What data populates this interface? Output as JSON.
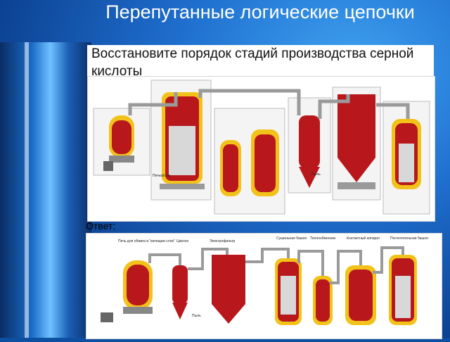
{
  "slide": {
    "title": "Перепутанные логические цепочки",
    "task": "Восстановите порядок стадий производства серной кислоты",
    "answer_label": "Ответ:"
  },
  "diagrams": {
    "top_labels": [
      "Печной газ",
      "Пыль"
    ],
    "bottom_labels": [
      "Печь для обжига в \"кипящем слое\"",
      "Циклон",
      "Электрофильтр",
      "Сушильная башня",
      "Теплообменник",
      "Контактный аппарат",
      "Поглотительная башня",
      "Пыль"
    ]
  },
  "colors": {
    "vessel_red": "#b8181c",
    "vessel_yellow": "#f2c21a",
    "pipe_grey": "#9a9a9a",
    "accent_cyan": "#1aa6c8"
  }
}
